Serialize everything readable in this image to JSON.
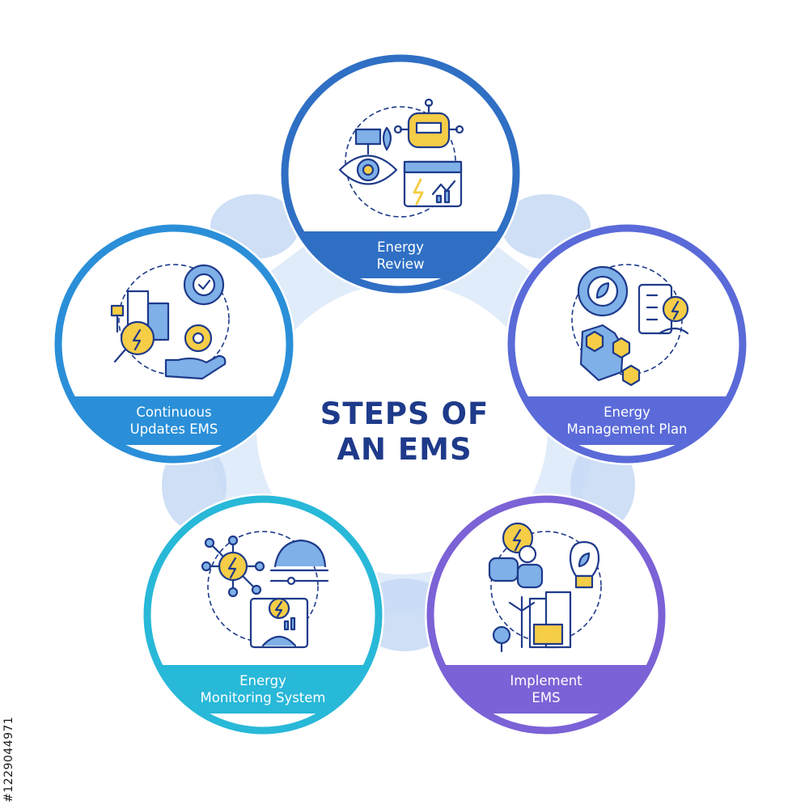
{
  "title_line1": "STEPS OF",
  "title_line2": "AN EMS",
  "stock_id": "#1229044971",
  "colors": {
    "title": "#1e3a8a",
    "connector": "#c9dcf5",
    "icon_stroke": "#1e3a8a",
    "icon_blue": "#7fb0e8",
    "icon_yellow": "#f5cd47"
  },
  "steps": [
    {
      "label": "Energy\nReview",
      "color": "#2f6fc4",
      "icon": "energy-review-icon"
    },
    {
      "label": "Energy\nManagement Plan",
      "color": "#5a6ad8",
      "icon": "management-plan-icon"
    },
    {
      "label": "Implement\nEMS",
      "color": "#7b62d6",
      "icon": "implement-ems-icon"
    },
    {
      "label": "Energy\nMonitoring System",
      "color": "#28b8d8",
      "icon": "monitoring-system-icon"
    },
    {
      "label": "Continuous\nUpdates EMS",
      "color": "#2a8fd8",
      "icon": "continuous-updates-icon"
    }
  ]
}
